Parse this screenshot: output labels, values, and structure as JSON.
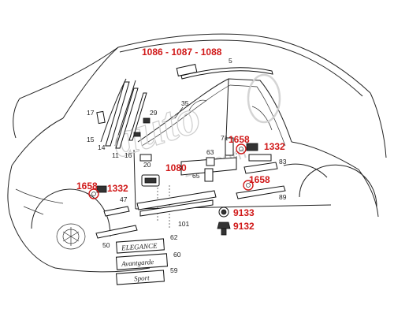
{
  "callouts_red": {
    "top": "1086 - 1087 - 1088",
    "c1658_a": "1658",
    "c1332_a": "1332",
    "c1080": "1080",
    "c1658_b": "1658",
    "c1332_b": "1332",
    "c1658_c": "1658",
    "c9133": "9133",
    "c9132": "9132"
  },
  "labels": {
    "n5": "5",
    "n35": "35",
    "n29": "29",
    "n17": "17",
    "n15": "15",
    "n14": "14",
    "n11": "11",
    "n16": "16",
    "n20": "20",
    "n71": "71",
    "n63": "63",
    "n65": "65",
    "n83": "83",
    "n47": "47",
    "n89": "89",
    "n101": "101",
    "n50": "50",
    "n62": "62",
    "n60": "60",
    "n59": "59"
  },
  "emblems": {
    "elegance": "ELEGANCE",
    "avantgarde": "Avantgarde",
    "sport": "Sport"
  },
  "watermark": {
    "brand": "auto",
    "sub": "zap.com"
  },
  "colors": {
    "callout": "#d01818",
    "line": "#222222",
    "watermark": "#c8c8c8"
  }
}
